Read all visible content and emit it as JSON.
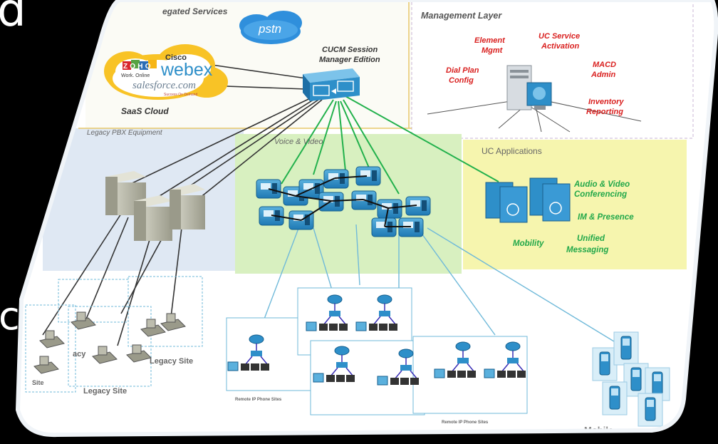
{
  "background_letters": {
    "top": "d",
    "middle": "c"
  },
  "zones": {
    "saas_header": "egated Services",
    "management": "Management Layer",
    "legacy": "Legacy PBX\nEquipment",
    "voice_video": "Voice &\nVideo",
    "uc_apps": "UC Applications",
    "saas_cloud": "SaaS Cloud"
  },
  "saas_logos": {
    "zoho": "ZOHO",
    "zoho_sub": "Work. Online",
    "cisco": "Cisco",
    "webex": "webex",
    "salesforce": "salesforce.com",
    "salesforce_sub": "Success On Demand"
  },
  "pstn": "pstn",
  "cucm": "CUCM Session\nManager Edition",
  "management_items": {
    "element_mgmt": "Element\nMgmt",
    "uc_service_activation": "UC Service\nActivation",
    "dial_plan": "Dial Plan\nConfig",
    "macd": "MACD\nAdmin",
    "inventory": "Inventory\nReporting"
  },
  "uc_items": {
    "audio_video": "Audio & Video\nConferencing",
    "im_presence": "IM & Presence",
    "mobility": "Mobility",
    "unified_messaging": "Unified\nMessaging"
  },
  "sites": {
    "legacy_site": "Legacy Site",
    "legacy_site_2": "Legacy Site",
    "legacy_left": "Site",
    "legacy_partial": "acy",
    "remote_ip": "Remote IP Phone Sites",
    "remote_ip_2": "Remote IP Phone Sites",
    "mobile": "Mobile"
  },
  "colors": {
    "label_red": "#d9201f",
    "green_link": "#22b14c",
    "blue_link": "#6fb9d9",
    "dark_link": "#333333",
    "voice_zone": "#d8f0c0",
    "uc_zone": "#f6f5ae",
    "legacy_zone": "#dfe8f3",
    "cisco_blue": "#2e8fc9"
  }
}
